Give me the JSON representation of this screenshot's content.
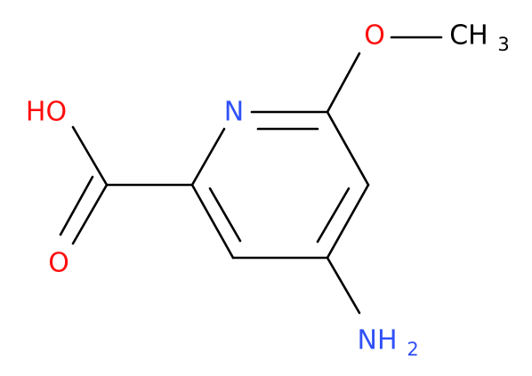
{
  "molecule": {
    "atoms": {
      "oh": "HO",
      "carbonyl_o": "O",
      "ring_n": "N",
      "methoxy_o": "O",
      "methyl_c": "CH",
      "methyl_sub": "3",
      "amine_n": "NH",
      "amine_sub": "2"
    }
  },
  "colors": {
    "oxygen": "#ff0d0d",
    "nitrogen": "#3050f8",
    "carbon": "#000000",
    "bond": "#000000"
  }
}
